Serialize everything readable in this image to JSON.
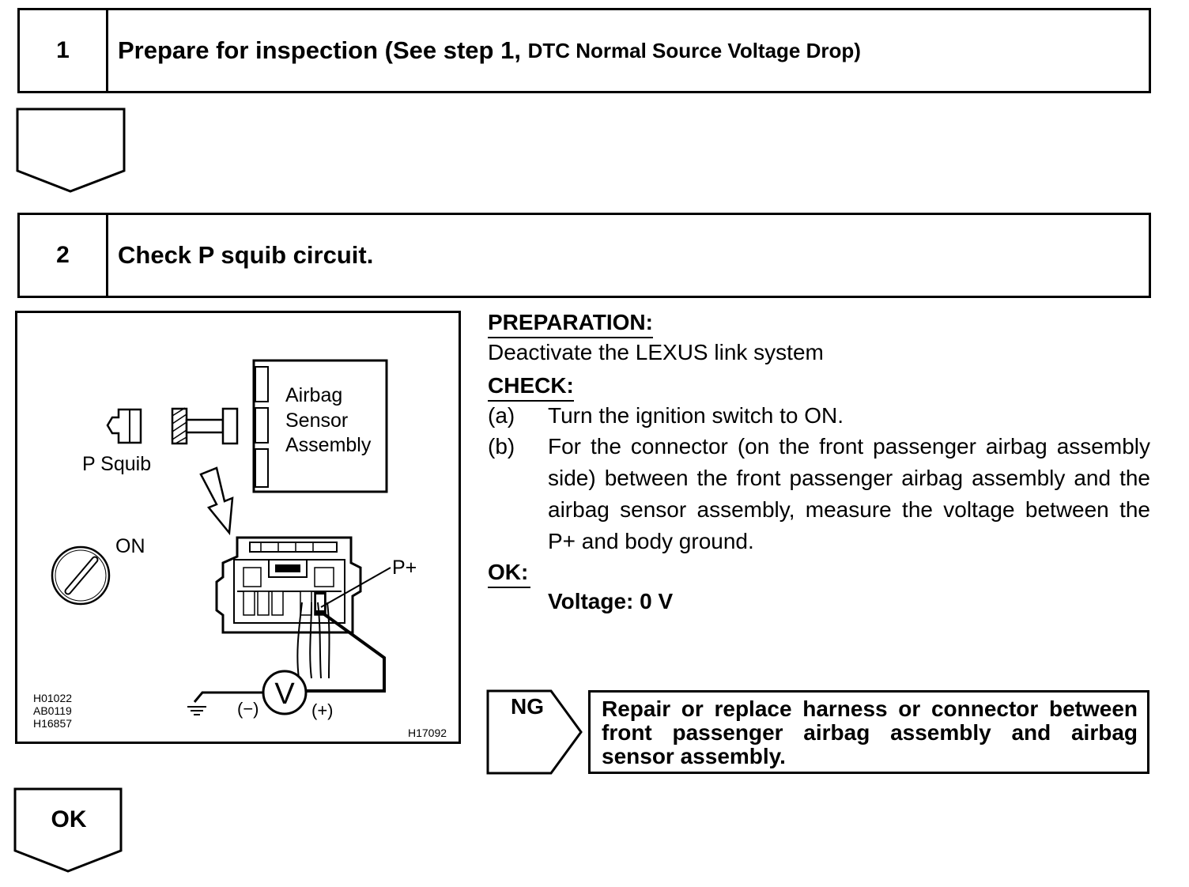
{
  "step1": {
    "number": "1",
    "title_main": "Prepare for inspection (See step 1,",
    "title_ref": "DTC Normal Source Voltage Drop)"
  },
  "step2": {
    "number": "2",
    "title": "Check P squib circuit."
  },
  "diagram": {
    "label_airbag": "Airbag",
    "label_sensor": "Sensor",
    "label_assembly": "Assembly",
    "label_squib": "P Squib",
    "label_on": "ON",
    "label_pplus": "P+",
    "label_minus": "(−)",
    "label_plus": "(+)",
    "meter_symbol": "V",
    "ref_codes": [
      "H01022",
      "AB0119",
      "H16857"
    ],
    "figure_id": "H17092"
  },
  "instructions": {
    "preparation_heading": "PREPARATION:",
    "preparation_text": "Deactivate the LEXUS link system",
    "check_heading": "CHECK:",
    "items": [
      {
        "letter": "(a)",
        "text": "Turn the ignition switch to ON."
      },
      {
        "letter": "(b)",
        "text": "For the connector (on the front passenger airbag assembly side) between the front passenger airbag assembly and the airbag sensor assembly, measure the voltage between the P+ and body ground."
      }
    ],
    "ok_heading": "OK:",
    "ok_spec": "Voltage: 0 V"
  },
  "ng_result": {
    "label": "NG",
    "text": "Repair or replace harness or connector between front passenger airbag assembly and airbag sensor assembly."
  },
  "ok_result": {
    "label": "OK"
  }
}
